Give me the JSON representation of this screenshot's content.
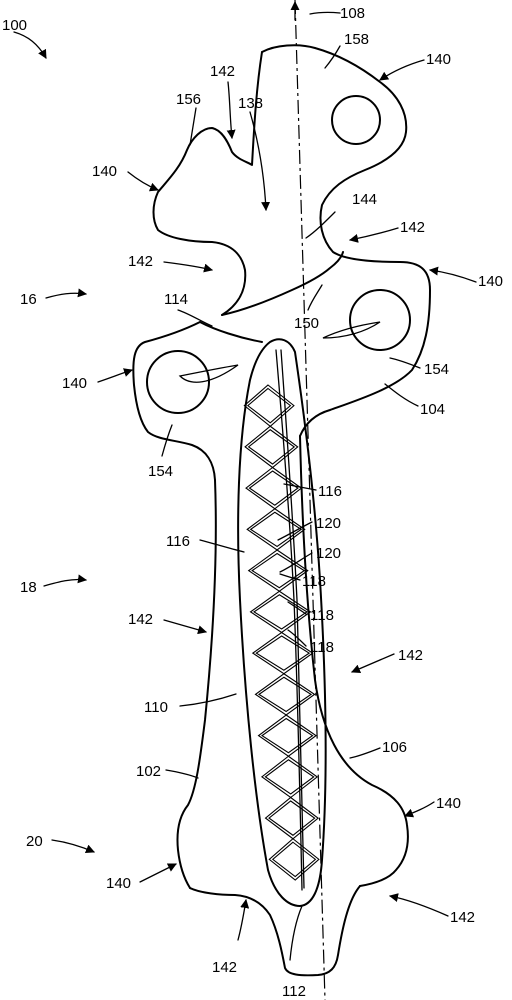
{
  "figure": {
    "labels": {
      "l100": "100",
      "l108": "108",
      "l158": "158",
      "l140a": "140",
      "l142a": "142",
      "l156": "156",
      "l138": "138",
      "l140b": "140",
      "l144": "144",
      "l142b": "142",
      "l142c": "142",
      "l140c": "140",
      "l16": "16",
      "l114": "114",
      "l150": "150",
      "l140d": "140",
      "l154a": "154",
      "l104": "104",
      "l154b": "154",
      "l116a": "116",
      "l120a": "120",
      "l116b": "116",
      "l120b": "120",
      "l118a": "118",
      "l18": "18",
      "l118b": "118",
      "l142d": "142",
      "l118c": "118",
      "l142e": "142",
      "l110": "110",
      "l106": "106",
      "l102": "102",
      "l140e": "140",
      "l20": "20",
      "l140f": "140",
      "l142f": "142",
      "l142g": "142",
      "l112": "112"
    }
  }
}
